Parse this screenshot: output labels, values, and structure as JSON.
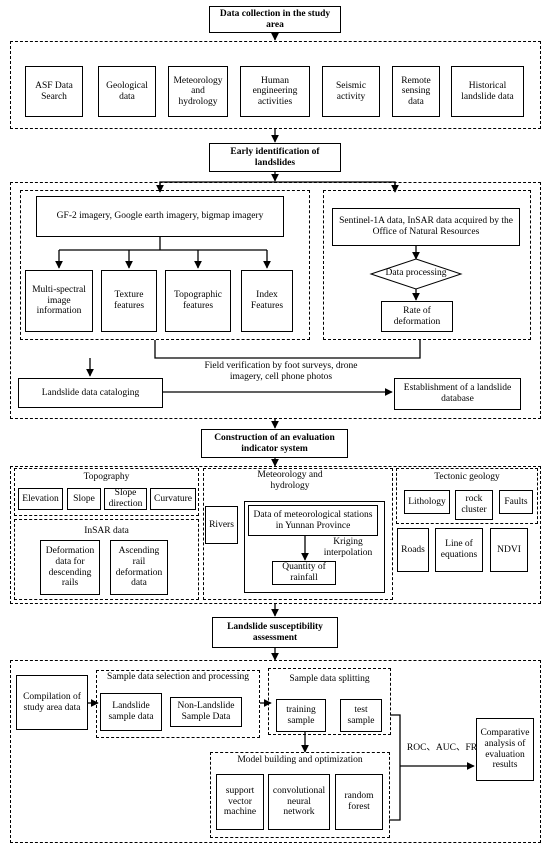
{
  "stage1": {
    "title": "Data collection in the study area",
    "items": [
      "ASF Data Search",
      "Geological data",
      "Meteorology and hydrology",
      "Human engineering activities",
      "Seismic activity",
      "Remote sensing data",
      "Historical landslide data"
    ]
  },
  "stage2": {
    "title": "Early identification of landslides",
    "optical_source": "GF-2 imagery, Google earth imagery, bigmap imagery",
    "optical_features": [
      "Multi-spectral image information",
      "Texture features",
      "Topographic features",
      "Index Features"
    ],
    "insar_source": "Sentinel-1A data, InSAR  data acquired by the Office of Natural Resources",
    "processing": "Data processing",
    "rate": "Rate of deformation",
    "field": "Field verification by foot surveys, drone imagery, cell phone photos",
    "cataloging": "Landslide data cataloging",
    "database": "Establishment of a landslide database"
  },
  "stage3": {
    "title": "Construction of an evaluation indicator system",
    "topography": {
      "title": "Topography",
      "items": [
        "Elevation",
        "Slope",
        "Slope direction",
        "Curvature"
      ]
    },
    "insar": {
      "title": "InSAR data",
      "items": [
        "Deformation data for descending rails",
        "Ascending rail deformation data"
      ]
    },
    "meteo": {
      "title": "Meteorology and hydrology",
      "rivers": "Rivers",
      "stations": "Data of meteorological stations in Yunnan Province",
      "kriging": "Kriging interpolation",
      "rainfall": "Quantity of rainfall"
    },
    "tectonic": {
      "title": "Tectonic geology",
      "items": [
        "Lithology",
        "rock cluster",
        "Faults"
      ]
    },
    "others": [
      "Roads",
      "Line of equations",
      "NDVI"
    ]
  },
  "stage4": {
    "title": "Landslide susceptibility assessment",
    "compilation": "Compilation of study area data",
    "selection": {
      "title": "Sample data selection and processing",
      "items": [
        "Landslide sample data",
        "Non-Landslide Sample Data"
      ]
    },
    "splitting": {
      "title": "Sample data splitting",
      "items": [
        "training sample",
        "test sample"
      ]
    },
    "model": {
      "title": "Model building and optimization",
      "items": [
        "support vector machine",
        "convolutional neural network",
        "random forest"
      ]
    },
    "metrics": "ROC、AUC、FR",
    "comparative": "Comparative analysis of evaluation results"
  }
}
